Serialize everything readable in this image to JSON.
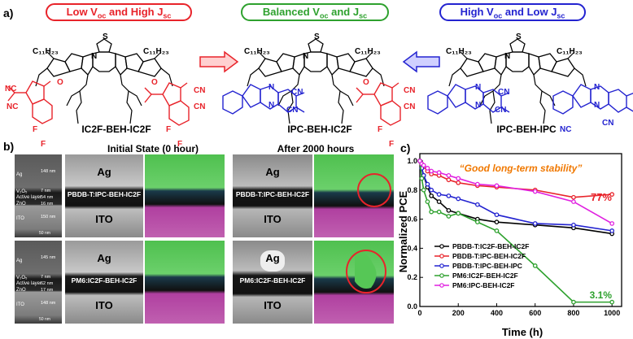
{
  "panel_a": {
    "label": "a)",
    "pills": [
      {
        "text": "Low V",
        "sub": "oc",
        "text2": " and High J",
        "sub2": "sc",
        "color": "#e8232a"
      },
      {
        "text": "Balanced V",
        "sub": "oc",
        "text2": " and J",
        "sub2": "sc",
        "color": "#2ea12e"
      },
      {
        "text": "High V",
        "sub": "oc",
        "text2": " and Low J",
        "sub2": "sc",
        "color": "#2323d0"
      }
    ],
    "molecules": [
      "IC2F-BEH-IC2F",
      "IPC-BEH-IC2F",
      "IPC-BEH-IPC"
    ],
    "atoms": {
      "alkyl": "C₁₁H₂₃",
      "N": "N",
      "S": "S",
      "O": "O",
      "F": "F",
      "CN": "CN",
      "NC": "NC"
    }
  },
  "panel_b": {
    "label": "b)",
    "initial_title": "Initial State (0 hour)",
    "after_title": "After 2000 hours",
    "rows": [
      {
        "blend": "PBDB-T:IPC-BEH-IC2F",
        "ag": "Ag",
        "ito": "ITO",
        "layers": [
          "Ag",
          "V₂O₅",
          "Active layer",
          "ZnO",
          "ITO"
        ],
        "thicknesses": [
          "148 nm",
          "7 nm",
          "54 nm",
          "16 nm",
          "150 nm"
        ],
        "scale": "50 nm"
      },
      {
        "blend": "PM6:IC2F-BEH-IC2F",
        "ag": "Ag",
        "ito": "ITO",
        "layers": [
          "Ag",
          "V₂O₅",
          "Active layer",
          "ZnO",
          "ITO"
        ],
        "thicknesses": [
          "145 nm",
          "7 nm",
          "62 nm",
          "17 nm",
          "148 nm"
        ],
        "scale": "50 nm"
      }
    ]
  },
  "panel_c": {
    "label": "c)",
    "annotation": "“Good long-term stability”",
    "pct_high": "77%",
    "pct_low": "3.1%",
    "colors": {
      "annotation": "#f07800",
      "pct_high": "#e8232a",
      "pct_low": "#2ea12e"
    }
  },
  "chart_data": {
    "type": "line",
    "xlabel": "Time (h)",
    "ylabel": "Normalized PCE",
    "xlim": [
      0,
      1050
    ],
    "ylim": [
      0,
      1.05
    ],
    "xticks": [
      0,
      200,
      400,
      600,
      800,
      1000
    ],
    "yticks": [
      0.0,
      0.2,
      0.4,
      0.6,
      0.8,
      1.0
    ],
    "legend_position": "bottom-left",
    "series": [
      {
        "name": "PBDB-T:IC2F-BEH-IC2F",
        "color": "#000000",
        "x": [
          0,
          10,
          20,
          40,
          60,
          100,
          150,
          200,
          300,
          400,
          600,
          800,
          1000
        ],
        "y": [
          1.0,
          0.95,
          0.9,
          0.82,
          0.76,
          0.72,
          0.66,
          0.64,
          0.6,
          0.58,
          0.56,
          0.54,
          0.5
        ]
      },
      {
        "name": "PBDB-T:IPC-BEH-IC2F",
        "color": "#e8232a",
        "x": [
          0,
          10,
          20,
          40,
          60,
          100,
          150,
          200,
          300,
          400,
          600,
          800,
          1000
        ],
        "y": [
          1.0,
          0.98,
          0.96,
          0.93,
          0.91,
          0.9,
          0.87,
          0.85,
          0.83,
          0.82,
          0.8,
          0.75,
          0.77
        ]
      },
      {
        "name": "PBDB-T:IPC-BEH-IPC",
        "color": "#2323d0",
        "x": [
          0,
          10,
          20,
          40,
          60,
          100,
          150,
          200,
          300,
          400,
          600,
          800,
          1000
        ],
        "y": [
          1.0,
          0.95,
          0.9,
          0.84,
          0.8,
          0.77,
          0.76,
          0.74,
          0.7,
          0.63,
          0.57,
          0.56,
          0.52
        ]
      },
      {
        "name": "PM6:IC2F-BEH-IC2F",
        "color": "#2ea12e",
        "x": [
          0,
          10,
          20,
          40,
          60,
          100,
          150,
          200,
          300,
          400,
          600,
          800,
          1000
        ],
        "y": [
          1.0,
          0.88,
          0.8,
          0.72,
          0.65,
          0.65,
          0.62,
          0.64,
          0.58,
          0.52,
          0.28,
          0.03,
          0.03
        ]
      },
      {
        "name": "PM6:IPC-BEH-IC2F",
        "color": "#e020e0",
        "x": [
          0,
          10,
          20,
          40,
          60,
          100,
          150,
          200,
          300,
          400,
          600,
          800,
          1000
        ],
        "y": [
          1.0,
          0.98,
          0.97,
          0.95,
          0.93,
          0.92,
          0.9,
          0.88,
          0.84,
          0.83,
          0.79,
          0.72,
          0.57
        ]
      }
    ]
  }
}
